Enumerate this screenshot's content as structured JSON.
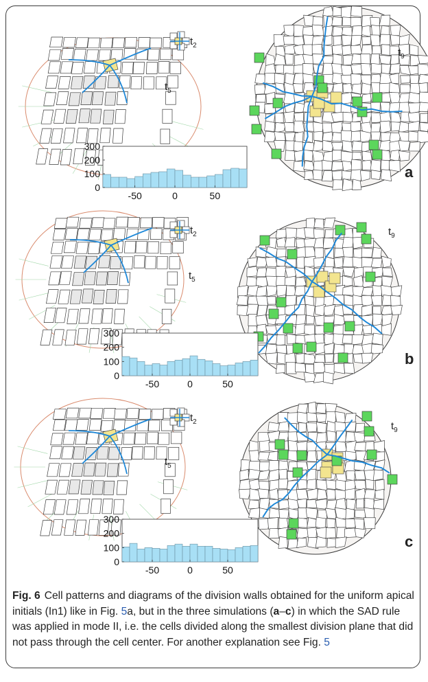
{
  "figure": {
    "label": "Fig. 6",
    "caption_part1": "Cell patterns and diagrams of the division walls obtained for the uniform apical initials (In1) like in Fig. ",
    "caption_ref1": "5",
    "caption_part2": "a, but in the three simulations (",
    "caption_bold_a": "a",
    "caption_dash": "–",
    "caption_bold_c": "c",
    "caption_part3": ") in which the SAD rule was applied in mode II, i.e. the cells divided along the smallest division plane that did not pass through the cell center. For another explanation see Fig. ",
    "caption_ref2": "5"
  },
  "panels": [
    {
      "letter": "a",
      "label_t2": "t",
      "sub_t2": "2",
      "label_t5": "t",
      "sub_t5": "5",
      "label_t9": "t",
      "sub_t9": "9"
    },
    {
      "letter": "b",
      "label_t2": "t",
      "sub_t2": "2",
      "label_t5": "t",
      "sub_t5": "5",
      "label_t9": "t",
      "sub_t9": "9"
    },
    {
      "letter": "c",
      "label_t2": "t",
      "sub_t2": "2",
      "label_t5": "t",
      "sub_t5": "5",
      "label_t9": "t",
      "sub_t9": "9"
    }
  ],
  "chart_data": [
    {
      "type": "bar",
      "panel": "a",
      "x": [
        -85,
        -75,
        -65,
        -55,
        -45,
        -35,
        -25,
        -15,
        -5,
        5,
        15,
        25,
        35,
        45,
        55,
        65,
        75,
        85
      ],
      "values": [
        95,
        75,
        75,
        65,
        80,
        100,
        110,
        115,
        135,
        125,
        90,
        75,
        75,
        85,
        95,
        130,
        140,
        135
      ],
      "yticks": [
        0,
        100,
        200,
        300
      ],
      "xticks": [
        -50,
        0,
        50
      ],
      "ylim": [
        0,
        300
      ],
      "xlim": [
        -90,
        90
      ],
      "bar_color": "#a8dff5"
    },
    {
      "type": "bar",
      "panel": "b",
      "x": [
        -85,
        -75,
        -65,
        -55,
        -45,
        -35,
        -25,
        -15,
        -5,
        5,
        15,
        25,
        35,
        45,
        55,
        65,
        75,
        85
      ],
      "values": [
        135,
        125,
        100,
        75,
        85,
        75,
        100,
        110,
        120,
        140,
        115,
        105,
        85,
        70,
        75,
        90,
        100,
        110
      ],
      "yticks": [
        0,
        100,
        200,
        300
      ],
      "xticks": [
        -50,
        0,
        50
      ],
      "ylim": [
        0,
        300
      ],
      "xlim": [
        -90,
        90
      ],
      "bar_color": "#a8dff5"
    },
    {
      "type": "bar",
      "panel": "c",
      "x": [
        -85,
        -75,
        -65,
        -55,
        -45,
        -35,
        -25,
        -15,
        -5,
        5,
        15,
        25,
        35,
        45,
        55,
        65,
        75,
        85
      ],
      "values": [
        105,
        130,
        90,
        100,
        95,
        90,
        115,
        125,
        110,
        125,
        110,
        110,
        95,
        90,
        85,
        100,
        110,
        115
      ],
      "yticks": [
        0,
        100,
        200,
        300
      ],
      "xticks": [
        -50,
        0,
        50
      ],
      "ylim": [
        0,
        300
      ],
      "xlim": [
        -90,
        90
      ],
      "bar_color": "#a8dff5"
    }
  ]
}
